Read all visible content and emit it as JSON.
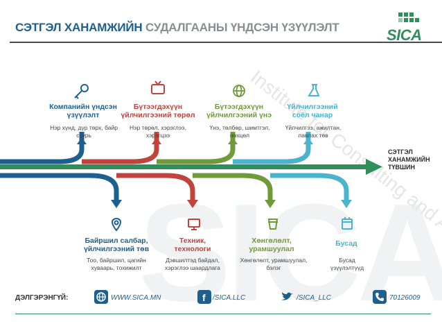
{
  "title": {
    "part1": "СЭТГЭЛ ХАНАМЖИЙН",
    "part2": "СУДАЛГААНЫ ҮНДСЭН ҮЗҮҮЛЭЛТ"
  },
  "logo": {
    "text": "SICA"
  },
  "watermark": {
    "text": "Institute for Consulting and Analysis",
    "big": "SICA"
  },
  "colors": {
    "blue": "#1d5f8f",
    "red": "#c0433d",
    "olive": "#6e9a3a",
    "cyan": "#4ab3cd",
    "green": "#2f8f5a",
    "orange": "#e07b39"
  },
  "top_items": [
    {
      "icon": "key-icon",
      "label": "Компанийн үндсэн үзүүлэлт",
      "desc": "Нэр хүнд, дүр төрх, байр суурь"
    },
    {
      "icon": "tv-icon",
      "label": "Бүтээгдэхүүн үйлчилгээний төрөл",
      "desc": "Нэр төрөл, хэрэглээ, хэрэгцээ"
    },
    {
      "icon": "globe-icon",
      "label": "Бүтээгдэхүүн үйлчилгээний үнэ",
      "desc": "Үнэ, төлбөр, шимтгэл, нөхцөл"
    },
    {
      "icon": "flask-icon",
      "label": "Үйлчилгээний соёл чанар",
      "desc": "Үйлчилгээ, ажилтан, лавлах төв"
    }
  ],
  "bottom_items": [
    {
      "icon": "location-pin-icon",
      "label": "Байршил салбар, үйлчилгээний төв",
      "desc": "Тоо, байршил, цагийн хуваарь, тохижилт"
    },
    {
      "icon": "monitor-icon",
      "label": "Техник, технологи",
      "desc": "Дэвшилтэд байдал, хэрэглээ шаардлага"
    },
    {
      "icon": "cup-icon",
      "label": "Хөнгөлөлт, урамшуулал",
      "desc": "Хөнгөлөлт, урамшуулал, бэлэг"
    },
    {
      "icon": "calendar-icon",
      "label": "Бусад",
      "desc": "Бусад үзүүлэлтүүд"
    }
  ],
  "level_label": "СЭТГЭЛ ХАНАМЖИЙН ТҮВШИН",
  "footer": {
    "label": "ДЭЛГЭРЭНГҮЙ:",
    "website": "WWW.SICA.MN",
    "facebook": "/SICA.LLC",
    "twitter": "/SICA_LLC",
    "phone": "70126009"
  }
}
